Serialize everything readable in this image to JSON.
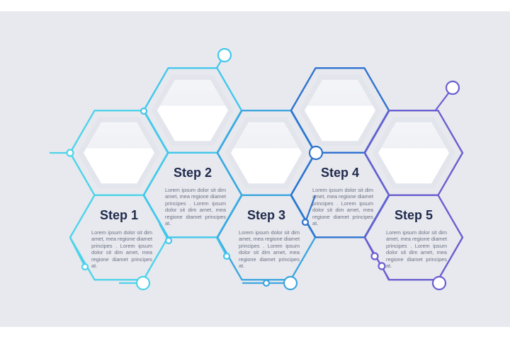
{
  "colors": {
    "background": "#e8e9ee",
    "step1": "#4fd3ea",
    "step2": "#43c7ec",
    "step3": "#3ea6e0",
    "step4": "#2f73cf",
    "step5": "#6a5fd0",
    "title": "#1f2a4d",
    "body": "#6b7285"
  },
  "steps": [
    {
      "title": "Step 1",
      "body": "Lorem ipsum dolor sit dim amet, mea regione diamet principes . Lorem ipsum dolor sit dim amet, mea regione diamet principes at."
    },
    {
      "title": "Step 2",
      "body": "Lorem ipsum dolor sit dim amet, mea regione diamet principes . Lorem ipsum dolor sit dim amet, mea regione diamet principes at."
    },
    {
      "title": "Step 3",
      "body": "Lorem ipsum dolor sit dim amet, mea regione diamet principes . Lorem ipsum dolor sit dim amet, mea regione diamet principes at."
    },
    {
      "title": "Step 4",
      "body": "Lorem ipsum dolor sit dim amet, mea regione diamet principes . Lorem ipsum dolor sit dim amet, mea regione diamet principes at."
    },
    {
      "title": "Step 5",
      "body": "Lorem ipsum dolor sit dim amet, mea regione diamet principes . Lorem ipsum dolor sit dim amet, mea regione diamet principes at."
    }
  ]
}
